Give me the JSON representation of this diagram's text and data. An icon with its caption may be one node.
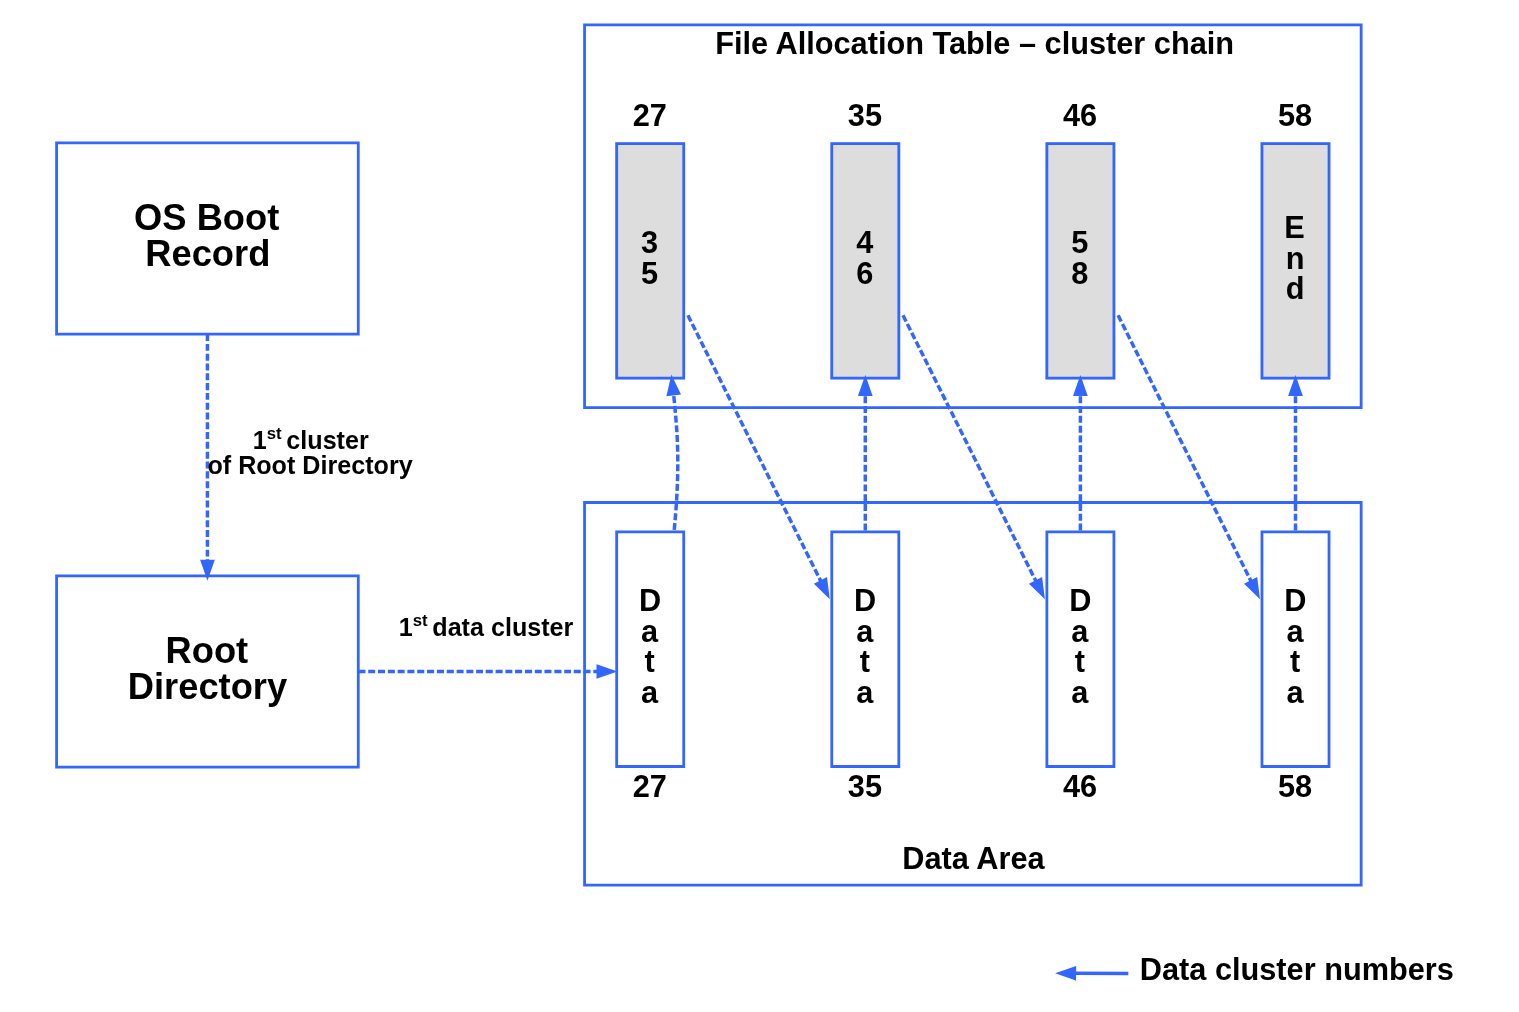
{
  "diagram": {
    "nodes": [
      {
        "text": [
          "OS Boot Record"
        ]
      },
      {
        "text": [
          "Root Directory"
        ]
      },
      {
        "text": [
          "File Allocation Table – cluster chain"
        ]
      },
      {
        "text": [
          "35"
        ],
        "in": 2,
        "beside": [
          "27"
        ]
      },
      {
        "text": [
          "46"
        ],
        "in": 2,
        "beside": [
          "35"
        ]
      },
      {
        "text": [
          "58"
        ],
        "in": 2,
        "beside": [
          "46"
        ]
      },
      {
        "text": [
          "End"
        ],
        "in": 2,
        "beside": [
          "58"
        ]
      },
      {
        "text": [
          "Data Area"
        ]
      },
      {
        "text": [
          "Data"
        ],
        "in": 7,
        "beside": [
          "27"
        ]
      },
      {
        "text": [
          "Data"
        ],
        "in": 7,
        "beside": [
          "35"
        ]
      },
      {
        "text": [
          "Data"
        ],
        "in": 7,
        "beside": [
          "46"
        ]
      },
      {
        "text": [
          "Data"
        ],
        "in": 7,
        "beside": [
          "58"
        ]
      },
      {
        "text": [
          "Data cluster numbers"
        ]
      }
    ],
    "edges": [
      {
        "from": 0,
        "to": 1,
        "arrow": "to",
        "style": "dashed",
        "label": "1$^{st}$ cluster of Root Directory"
      },
      {
        "from": 1,
        "to": 8,
        "arrow": "to",
        "style": "dashed",
        "label": "1$^{st}$ data cluster"
      },
      {
        "from": 8,
        "to": 3,
        "arrow": "to",
        "style": "dashed"
      },
      {
        "from": 3,
        "to": 9,
        "arrow": "to",
        "style": "dashed"
      },
      {
        "from": 9,
        "to": 4,
        "arrow": "to",
        "style": "dashed"
      },
      {
        "from": 4,
        "to": 10,
        "arrow": "to",
        "style": "dashed"
      },
      {
        "from": 10,
        "to": 5,
        "arrow": "to",
        "style": "dashed"
      },
      {
        "from": 5,
        "to": 11,
        "arrow": "to",
        "style": "dashed"
      },
      {
        "from": 11,
        "to": 6,
        "arrow": "to",
        "style": "dashed"
      },
      {
        "from": 12,
        "to": null,
        "arrow": "to"
      }
    ]
  }
}
